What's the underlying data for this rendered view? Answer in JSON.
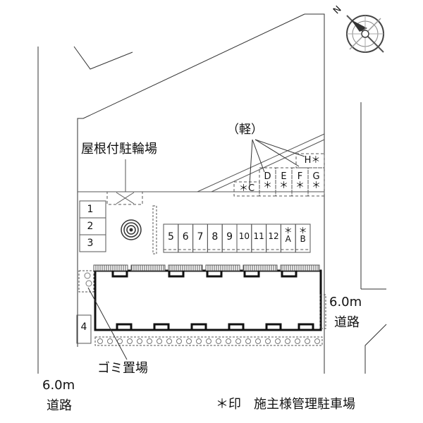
{
  "labels": {
    "bicycle_parking": "屋根付駐輪場",
    "kei": "（軽）",
    "road_right_width": "6.0m",
    "road_right_name": "道路",
    "road_left_width": "6.0m",
    "road_left_name": "道路",
    "garbage": "ゴミ置場",
    "legend": "＊印　施主様管理駐車場"
  },
  "parking_left": [
    "1",
    "2",
    "3"
  ],
  "parking_4": "4",
  "parking_bottom": [
    "5",
    "6",
    "7",
    "8",
    "9",
    "10",
    "11",
    "12",
    "＊A",
    "＊B"
  ],
  "parking_upper": [
    "＊C",
    "D＊",
    "E＊",
    "F＊",
    "G＊"
  ],
  "parking_h": "H＊",
  "compass_letter": "N"
}
